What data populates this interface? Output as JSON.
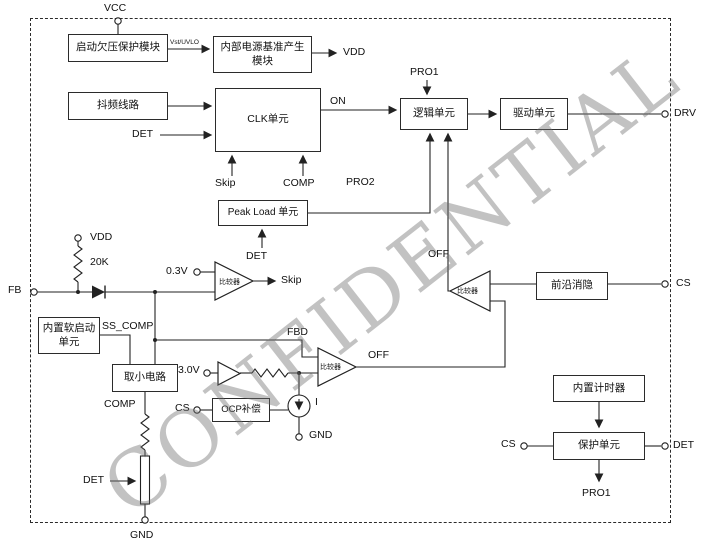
{
  "watermark": "CONFIDENTIAL",
  "ports": {
    "vcc": "VCC",
    "fb": "FB",
    "gnd": "GND",
    "drv": "DRV",
    "cs": "CS",
    "det": "DET"
  },
  "blocks": {
    "startup": "启动欠压保护模块",
    "internal_ref": "内部电源基准产生模块",
    "jitter": "抖频线路",
    "clk": "CLK单元",
    "logic": "逻辑单元",
    "drive": "驱动单元",
    "peak_load": "Peak Load 单元",
    "soft_start": "内置软启动单元",
    "min_select": "取小电路",
    "ocp": "OCP补偿",
    "leb": "前沿消隐",
    "timer": "内置计时器",
    "protection": "保护单元"
  },
  "comparators": {
    "c1": "比较器",
    "c2": "比较器",
    "c3": "比较器"
  },
  "nets": {
    "vst_uvlo": "Vst/UVLO",
    "vdd_out": "VDD",
    "vdd_pull": "VDD",
    "det_clk": "DET",
    "on": "ON",
    "pro1_top": "PRO1",
    "skip_clk": "Skip",
    "comp_clk": "COMP",
    "pro2": "PRO2",
    "det_peak": "DET",
    "r20k": "20K",
    "v03": "0.3V",
    "skip_out": "Skip",
    "ss_comp": "SS_COMP",
    "fbd": "FBD",
    "v30": "3.0V",
    "comp_net": "COMP",
    "cs_ocp": "CS",
    "i_src": "I",
    "gnd_mid": "GND",
    "off_c2": "OFF",
    "off_c3": "OFF",
    "cs_prot": "CS",
    "pro1_prot": "PRO1",
    "det_res": "DET"
  }
}
